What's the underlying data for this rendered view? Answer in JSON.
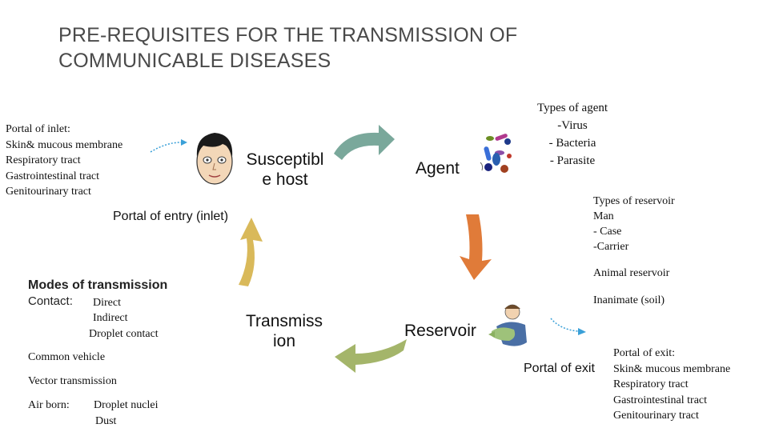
{
  "title": {
    "line1": "PRE-REQUISITES FOR THE TRANSMISSION OF",
    "line2": "COMMUNICABLE DISEASES"
  },
  "portal_inlet": {
    "lines": [
      "Portal of inlet:",
      "Skin& mucous membrane",
      "Respiratory tract",
      "Gastrointestinal tract",
      "Genitourinary tract"
    ]
  },
  "susceptible_host": {
    "line1": "Susceptibl",
    "line2": "e host"
  },
  "agent": {
    "label": "Agent"
  },
  "types_of_agent": {
    "lines": [
      "Types of agent",
      "-Virus",
      "- Bacteria",
      "- Parasite"
    ]
  },
  "types_of_reservoir": {
    "lines": [
      "Types of reservoir",
      "Man",
      "- Case",
      "-Carrier"
    ]
  },
  "animal_reservoir": "Animal reservoir",
  "inanimate": "Inanimate (soil)",
  "portal_entry": "Portal of entry (inlet)",
  "modes": {
    "heading": "Modes of transmission",
    "contact_label": "Contact:",
    "contact_direct": "Direct",
    "contact_indirect": "Indirect",
    "contact_droplet": "Droplet contact",
    "common_vehicle": "Common vehicle",
    "vector": "Vector transmission",
    "airborne_label": "Air born:",
    "airborne_nuclei": "Droplet nuclei",
    "airborne_dust": "Dust"
  },
  "transmission": {
    "line1": "Transmiss",
    "line2": "ion"
  },
  "reservoir": {
    "label": "Reservoir"
  },
  "portal_exit_label": "Portal of exit",
  "portal_exit": {
    "lines": [
      "Portal of exit:",
      "Skin& mucous membrane",
      "Respiratory tract",
      "Gastrointestinal tract",
      "Genitourinary tract"
    ]
  },
  "colors": {
    "arrow_top": "#7aa89b",
    "arrow_right": "#e07b39",
    "arrow_bottom": "#a4b56a",
    "arrow_left": "#d9b95a",
    "pointer": "#3aa0d8"
  }
}
